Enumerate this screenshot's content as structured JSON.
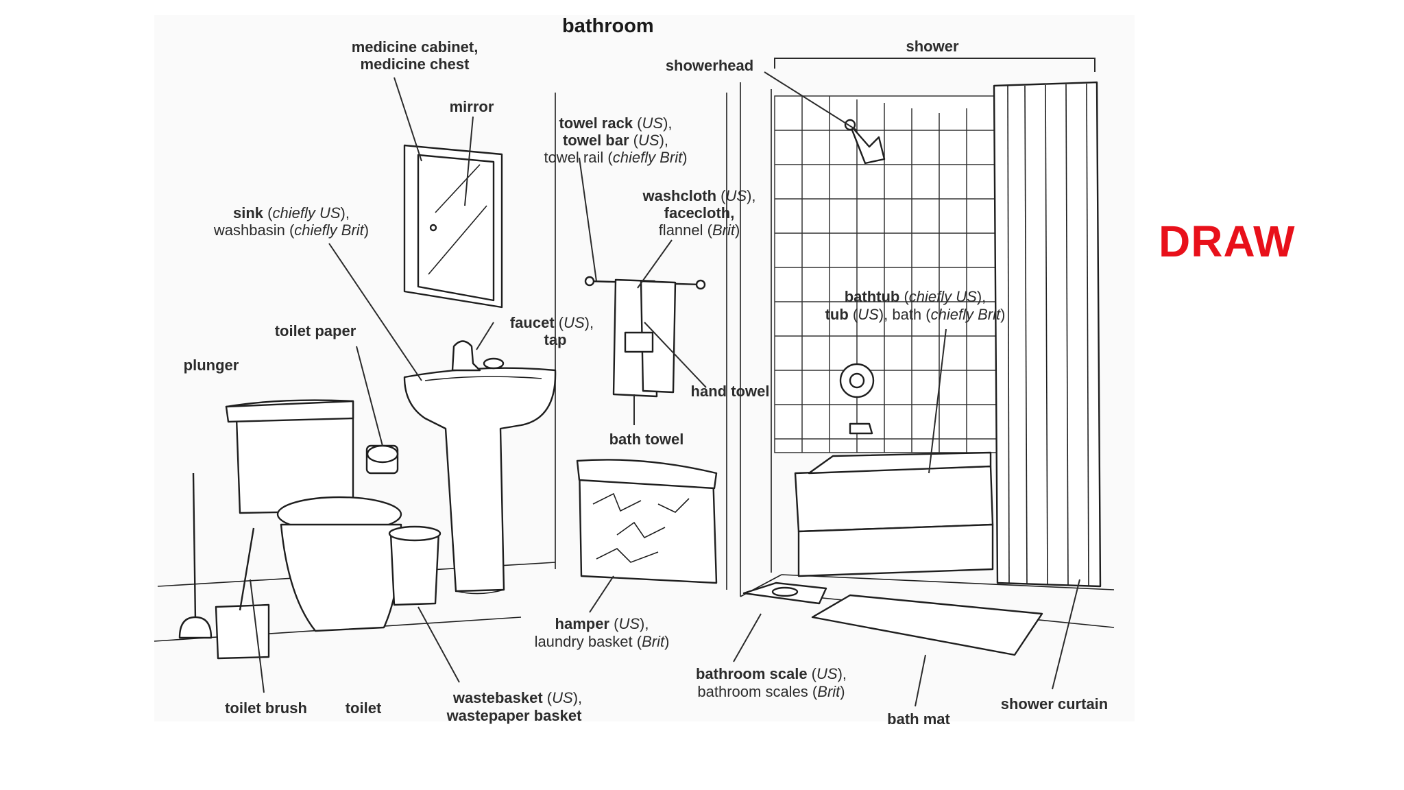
{
  "title": "bathroom",
  "side_label": "DRAW",
  "colors": {
    "accent": "#e8101a",
    "ink": "#2b2b2b"
  },
  "labels": {
    "medicine_cabinet": {
      "l1": "medicine cabinet,",
      "l2": "medicine chest"
    },
    "mirror": "mirror",
    "towel_rack": {
      "l1_term": "towel rack",
      "l1_us": "US",
      "l2_term": "towel bar",
      "l2_us": "US",
      "l3_term": "towel rail",
      "l3_brit": "chiefly Brit"
    },
    "showerhead": "showerhead",
    "shower": "shower",
    "washcloth": {
      "l1_term": "washcloth",
      "l1_us": "US",
      "l2_term": "facecloth,",
      "l3_term": "flannel",
      "l3_brit": "Brit"
    },
    "sink": {
      "l1_term": "sink",
      "l1_us": "chiefly US",
      "l2_term": "washbasin",
      "l2_brit": "chiefly Brit"
    },
    "bathtub": {
      "l1_term": "bathtub",
      "l1_us": "chiefly US",
      "l2_term": "tub",
      "l2_us": "US",
      "l2_term2": "bath",
      "l2_brit": "chiefly Brit"
    },
    "faucet": {
      "l1_term": "faucet",
      "l1_us": "US",
      "l2_term": "tap"
    },
    "toilet_paper": "toilet paper",
    "plunger": "plunger",
    "hand_towel": "hand towel",
    "bath_towel": "bath towel",
    "hamper": {
      "l1_term": "hamper",
      "l1_us": "US",
      "l2_term": "laundry basket",
      "l2_brit": "Brit"
    },
    "bathroom_scale": {
      "l1_term": "bathroom scale",
      "l1_us": "US",
      "l2_term": "bathroom scales",
      "l2_brit": "Brit"
    },
    "wastebasket": {
      "l1_term": "wastebasket",
      "l1_us": "US",
      "l2_term": "wastepaper basket"
    },
    "toilet_brush": "toilet brush",
    "toilet": "toilet",
    "bath_mat": "bath mat",
    "shower_curtain": "shower curtain"
  }
}
